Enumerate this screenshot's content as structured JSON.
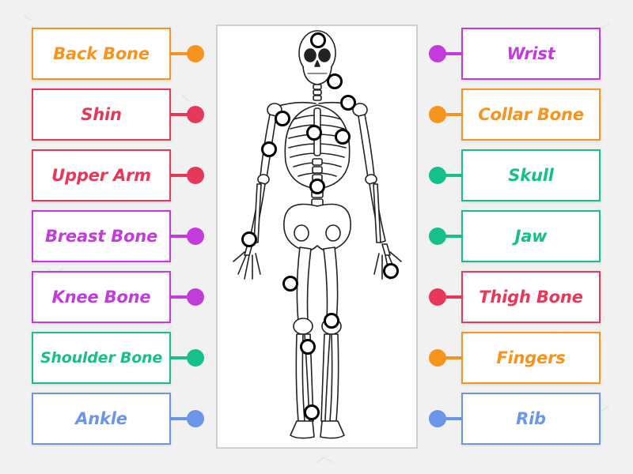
{
  "colors": {
    "orange": "#f7941d",
    "red": "#e8385a",
    "purple": "#c43bdc",
    "green": "#15c08a",
    "blue": "#6a95e8"
  },
  "left_labels": [
    {
      "text": "Back Bone",
      "color": "#f7941d"
    },
    {
      "text": "Shin",
      "color": "#e8385a"
    },
    {
      "text": "Upper Arm",
      "color": "#e8385a"
    },
    {
      "text": "Breast Bone",
      "color": "#c43bdc"
    },
    {
      "text": "Knee Bone",
      "color": "#c43bdc"
    },
    {
      "text": "Shoulder Bone",
      "color": "#15c08a"
    },
    {
      "text": "Ankle",
      "color": "#6a95e8"
    }
  ],
  "right_labels": [
    {
      "text": "Wrist",
      "color": "#c43bdc"
    },
    {
      "text": "Collar Bone",
      "color": "#f7941d"
    },
    {
      "text": "Skull",
      "color": "#15c08a"
    },
    {
      "text": "Jaw",
      "color": "#15c08a"
    },
    {
      "text": "Thigh Bone",
      "color": "#e8385a"
    },
    {
      "text": "Fingers",
      "color": "#f7941d"
    },
    {
      "text": "Rib",
      "color": "#6a95e8"
    }
  ],
  "image": {
    "icon": "skeleton-diagram",
    "target_count": 14
  }
}
